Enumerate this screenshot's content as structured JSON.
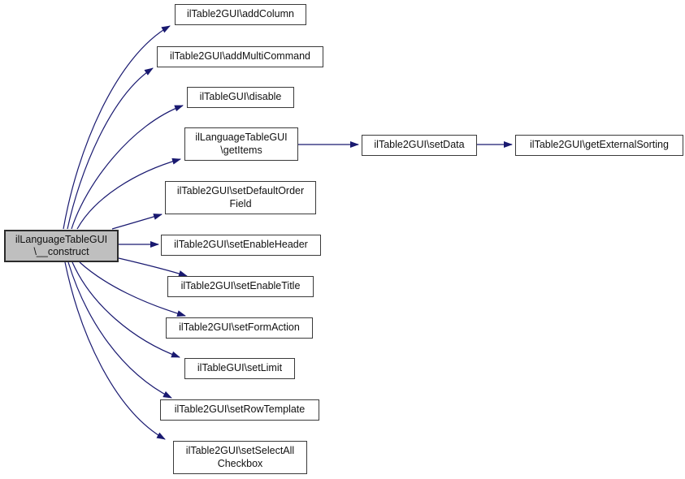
{
  "diagram": {
    "kind": "call-graph",
    "colors": {
      "background": "#ffffff",
      "edge": "#191970",
      "node_border": "#3a3a3a",
      "node_fill": "#ffffff",
      "root_fill": "#bfbfbf",
      "text": "#111111"
    },
    "nodes": [
      {
        "id": "construct",
        "label": "ilLanguageTableGUI\n\\__construct",
        "root": true
      },
      {
        "id": "addColumn",
        "label": "ilTable2GUI\\addColumn"
      },
      {
        "id": "addMultiCommand",
        "label": "ilTable2GUI\\addMultiCommand"
      },
      {
        "id": "disable",
        "label": "ilTableGUI\\disable"
      },
      {
        "id": "getItems",
        "label": "ilLanguageTableGUI\n\\getItems"
      },
      {
        "id": "setDefaultOrderField",
        "label": "ilTable2GUI\\setDefaultOrder\nField"
      },
      {
        "id": "setEnableHeader",
        "label": "ilTable2GUI\\setEnableHeader"
      },
      {
        "id": "setEnableTitle",
        "label": "ilTable2GUI\\setEnableTitle"
      },
      {
        "id": "setFormAction",
        "label": "ilTable2GUI\\setFormAction"
      },
      {
        "id": "setLimit",
        "label": "ilTableGUI\\setLimit"
      },
      {
        "id": "setRowTemplate",
        "label": "ilTable2GUI\\setRowTemplate"
      },
      {
        "id": "setSelectAllCheckbox",
        "label": "ilTable2GUI\\setSelectAll\nCheckbox"
      },
      {
        "id": "setData",
        "label": "ilTable2GUI\\setData"
      },
      {
        "id": "getExternalSorting",
        "label": "ilTable2GUI\\getExternalSorting"
      }
    ],
    "edges": [
      {
        "from": "construct",
        "to": "addColumn"
      },
      {
        "from": "construct",
        "to": "addMultiCommand"
      },
      {
        "from": "construct",
        "to": "disable"
      },
      {
        "from": "construct",
        "to": "getItems"
      },
      {
        "from": "construct",
        "to": "setDefaultOrderField"
      },
      {
        "from": "construct",
        "to": "setEnableHeader"
      },
      {
        "from": "construct",
        "to": "setEnableTitle"
      },
      {
        "from": "construct",
        "to": "setFormAction"
      },
      {
        "from": "construct",
        "to": "setLimit"
      },
      {
        "from": "construct",
        "to": "setRowTemplate"
      },
      {
        "from": "construct",
        "to": "setSelectAllCheckbox"
      },
      {
        "from": "getItems",
        "to": "setData"
      },
      {
        "from": "setData",
        "to": "getExternalSorting"
      }
    ]
  }
}
